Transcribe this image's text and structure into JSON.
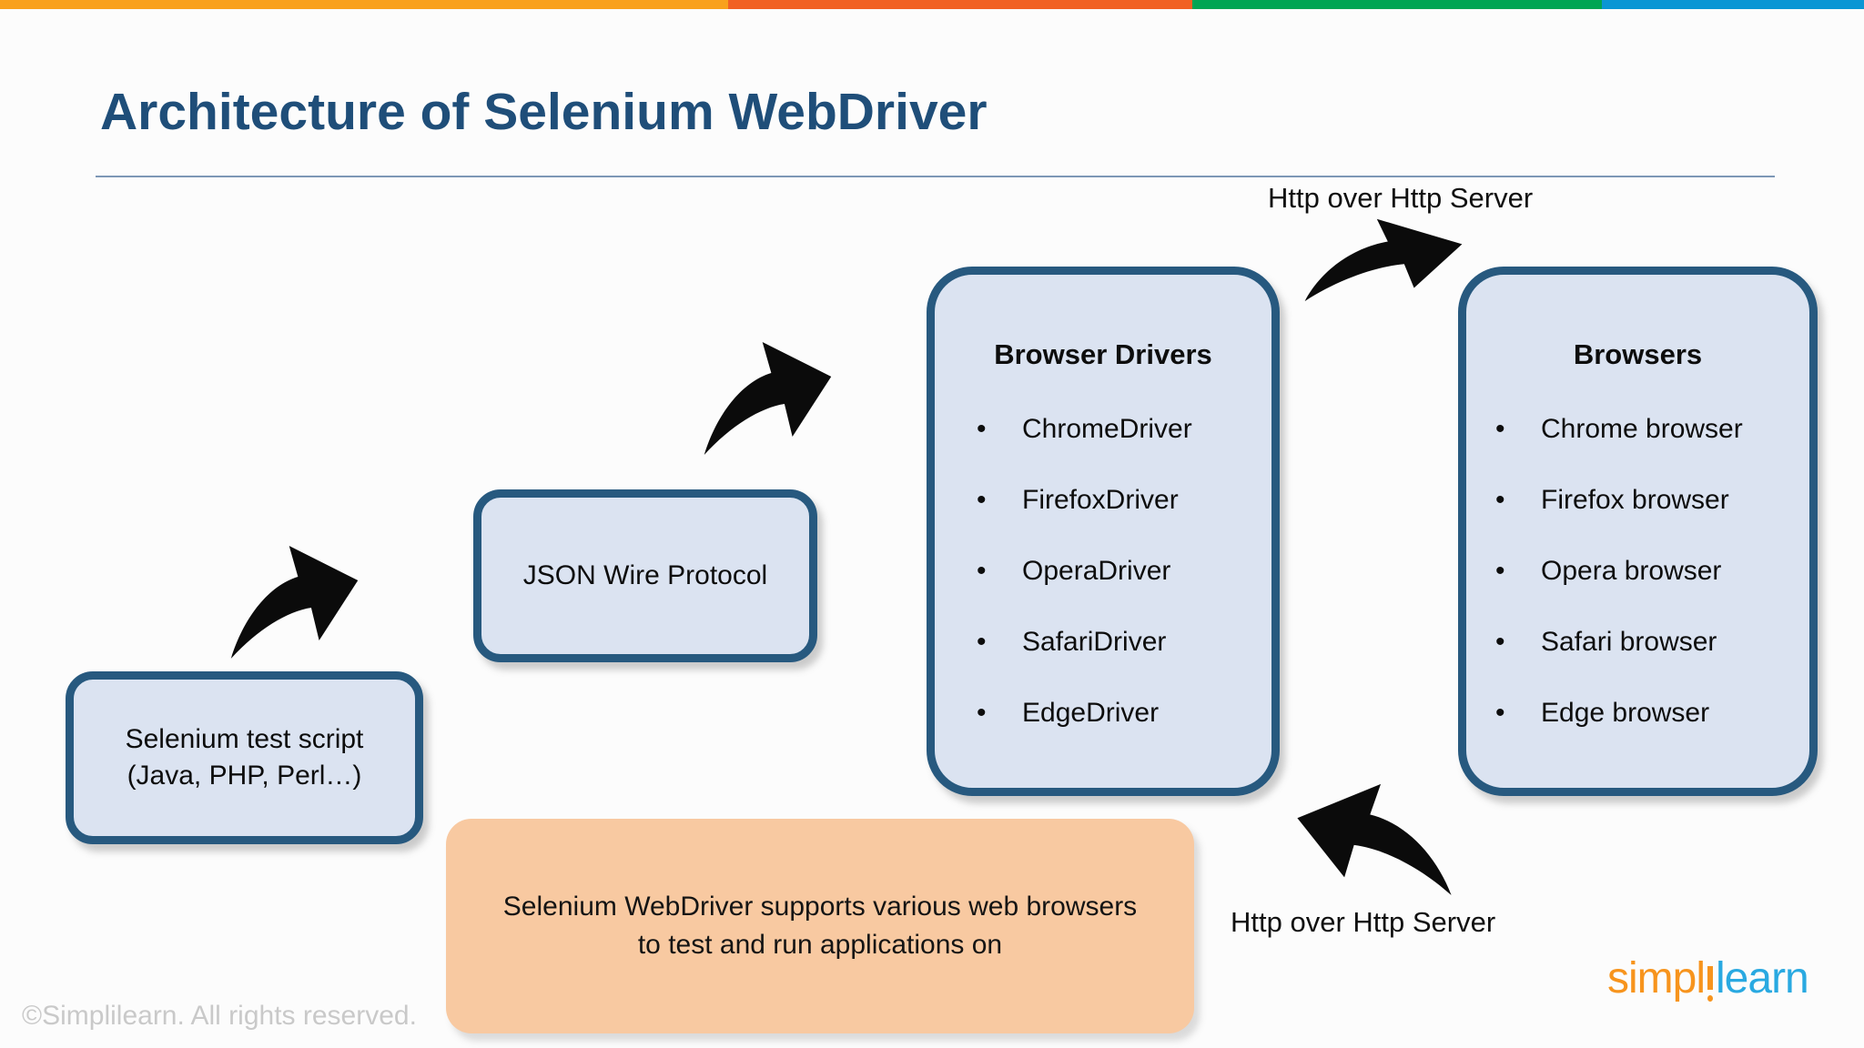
{
  "slide": {
    "title": "Architecture of Selenium WebDriver",
    "copyright": "©Simplilearn. All rights reserved."
  },
  "brand_bar": {
    "segment_names": [
      "amber",
      "orange",
      "green",
      "blue"
    ],
    "colors": [
      "#F9A11C",
      "#F16123",
      "#00A553",
      "#0A96D4"
    ]
  },
  "labels": {
    "http_top": "Http over Http Server",
    "http_bottom": "Http over Http Server"
  },
  "boxes": {
    "test_script": {
      "line1": "Selenium test script",
      "line2": "(Java, PHP, Perl…)"
    },
    "json_wire": {
      "label": "JSON Wire Protocol"
    },
    "browser_drivers": {
      "title": "Browser Drivers",
      "items": [
        "ChromeDriver",
        "FirefoxDriver",
        "OperaDriver",
        "SafariDriver",
        "EdgeDriver"
      ]
    },
    "browsers": {
      "title": "Browsers",
      "items": [
        "Chrome browser",
        "Firefox browser",
        "Opera browser",
        "Safari browser",
        "Edge browser"
      ]
    },
    "note": {
      "line1": "Selenium WebDriver supports various web browsers",
      "line2": "to test and run applications on"
    }
  },
  "logo": {
    "part1": "simpl",
    "separator": "i",
    "part2": "learn"
  },
  "theme": {
    "box_fill": "#DBE3F1",
    "box_border": "#27597F",
    "note_fill": "#F8C9A1",
    "title_color": "#1F4E79",
    "arrow_color": "#0B0B0B",
    "footer_gray": "#C9C9C9",
    "logo_orange": "#F7941D",
    "logo_blue": "#29A9E1"
  }
}
